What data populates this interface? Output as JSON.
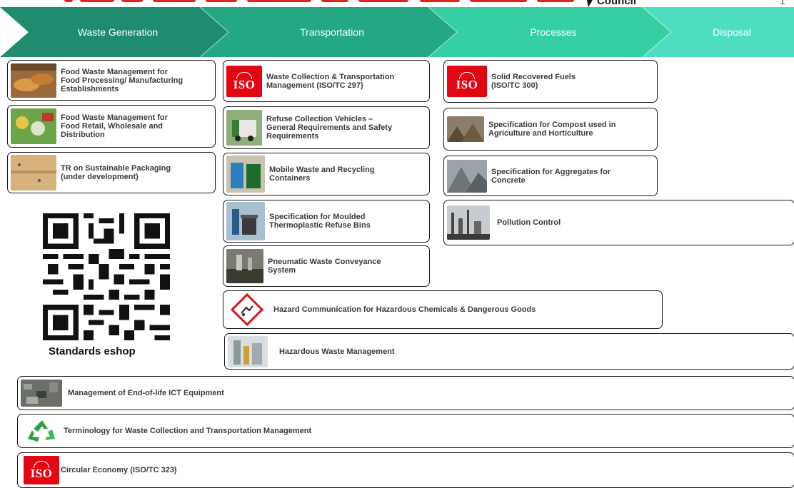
{
  "header": {
    "council": "Council",
    "page_number": "1"
  },
  "stages": [
    {
      "label": "Waste Generation",
      "color": "#1f8c70"
    },
    {
      "label": "Transportation",
      "color": "#24a884"
    },
    {
      "label": "Processes",
      "color": "#34d0a4"
    },
    {
      "label": "Disposal",
      "color": "#4fddc1"
    }
  ],
  "waste_generation": [
    {
      "title": "Food Waste Management for\nFood Processing/ Manufacturing\nEstablishments",
      "thumb": "food-processing-photo"
    },
    {
      "title": "Food Waste Management for\nFood Retail, Wholesale and\nDistribution",
      "thumb": "food-retail-photo"
    },
    {
      "title": "TR on Sustainable Packaging\n(under development)",
      "thumb": "packaging-boxes-photo"
    }
  ],
  "transportation": [
    {
      "title": "Waste Collection & Transportation\nManagement (ISO/TC 297)",
      "thumb": "iso-logo"
    },
    {
      "title": "Refuse Collection Vehicles –\nGeneral Requirements and Safety\nRequirements",
      "thumb": "refuse-truck-photo"
    },
    {
      "title": "Mobile Waste and Recycling\nContainers",
      "thumb": "recycling-bins-photo"
    },
    {
      "title": "Specification for Moulded\nThermoplastic Refuse Bins",
      "thumb": "refuse-bin-photo"
    },
    {
      "title": "Pneumatic Waste Conveyance\nSystem",
      "thumb": "pneumatic-system-photo"
    }
  ],
  "processes": [
    {
      "title": "Solid Recovered Fuels\n(ISO/TC 300)",
      "thumb": "iso-logo"
    },
    {
      "title": "Specification for Compost used in\nAgriculture and Horticulture",
      "thumb": "compost-photo"
    },
    {
      "title": "Specification for Aggregates for\nConcrete",
      "thumb": "aggregates-photo"
    },
    {
      "title": "Pollution Control",
      "thumb": "refinery-photo"
    }
  ],
  "wide_rows": [
    {
      "title": "Hazard Communication for Hazardous Chemicals & Dangerous Goods",
      "thumb": "hazard-pictogram"
    },
    {
      "title": "Hazardous Waste Management",
      "thumb": "hazardous-waste-photo"
    },
    {
      "title": "Management of End-of-life ICT Equipment",
      "thumb": "ewaste-photo"
    },
    {
      "title": "Terminology for Waste Collection and Transportation Management",
      "thumb": "recycle-icon"
    },
    {
      "title": "Circular Economy (ISO/TC 323)",
      "thumb": "iso-logo"
    }
  ],
  "iso_text": "ISO",
  "qr": {
    "label": "Standards eshop"
  },
  "colors": {
    "iso_red": "#e30613",
    "title_red": "#e2231a",
    "border": "#1a1a1a"
  }
}
